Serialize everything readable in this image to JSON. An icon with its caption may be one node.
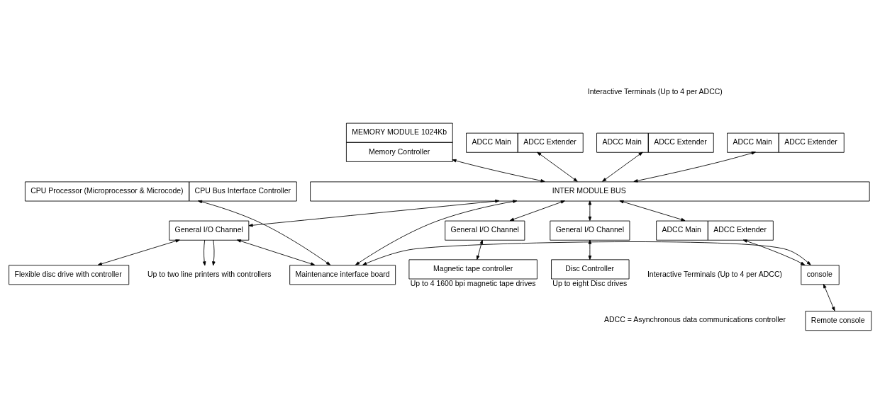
{
  "diagram": {
    "nodes": [
      {
        "text": [
          "MEMORY MODULE 1024Kb",
          "Memory Controller"
        ]
      },
      {
        "text": [
          "ADCC Main",
          "ADCC Extender"
        ]
      },
      {
        "text": [
          "ADCC Main",
          "ADCC Extender"
        ]
      },
      {
        "text": [
          "ADCC Main",
          "ADCC Extender"
        ]
      },
      {
        "text": [
          "CPU Processor (Microprocessor & Microcode)",
          "CPU Bus Interface Controller"
        ]
      },
      {
        "text": [
          "INTER MODULE BUS"
        ]
      },
      {
        "text": [
          "General I/O Channel"
        ]
      },
      {
        "text": [
          "General I/O Channel"
        ]
      },
      {
        "text": [
          "General I/O Channel"
        ]
      },
      {
        "text": [
          "ADCC Main",
          "ADCC Extender"
        ]
      },
      {
        "text": [
          "Disc Controller"
        ],
        "beside": [
          "Up to eight Disc drives"
        ]
      },
      {
        "text": [
          "Magnetic tape controller"
        ],
        "beside": [
          "Up to 4 1600 bpi magnetic tape drives"
        ]
      },
      {
        "text": [
          "Maintenance interface board"
        ]
      },
      {
        "text": [
          "Flexible disc drive with controller"
        ]
      },
      {
        "text": [
          "Up to two line printers with controllers"
        ]
      },
      {
        "text": [
          "console"
        ]
      },
      {
        "text": [
          "Remote console"
        ]
      }
    ],
    "edges": [
      {
        "from": 0,
        "to": 5,
        "arrow": "both"
      },
      {
        "from": 1,
        "to": 5,
        "arrow": "both"
      },
      {
        "from": 2,
        "to": 5,
        "arrow": "both"
      },
      {
        "from": 3,
        "to": 5,
        "arrow": "both"
      },
      {
        "from": 5,
        "to": 6,
        "arrow": "both"
      },
      {
        "from": 5,
        "to": 7,
        "arrow": "both"
      },
      {
        "from": 5,
        "to": 8,
        "arrow": "both"
      },
      {
        "from": 5,
        "to": 9,
        "arrow": "both"
      },
      {
        "from": 6,
        "to": 10,
        "arrow": "both"
      },
      {
        "from": 8,
        "to": 11,
        "arrow": "both"
      },
      {
        "from": 4,
        "to": 12,
        "arrow": "both"
      },
      {
        "from": 5,
        "to": 12,
        "arrow": "both"
      },
      {
        "from": 7,
        "to": 12,
        "arrow": "both"
      },
      {
        "from": 7,
        "to": 13,
        "arrow": "both"
      },
      {
        "from": 7,
        "to": 14,
        "arrow": "to"
      },
      {
        "from": 7,
        "to": 14,
        "arrow": "to"
      },
      {
        "from": 9,
        "to": 15,
        "arrow": "both"
      },
      {
        "from": 12,
        "to": 15,
        "arrow": "both"
      },
      {
        "from": 15,
        "to": 16,
        "arrow": "both"
      }
    ],
    "labels": [
      "Interactive Terminals (Up to 4 per ADCC)",
      "Interactive Terminals (Up to 4 per ADCC)",
      "ADCC = Asynchronous data communications controller"
    ]
  }
}
